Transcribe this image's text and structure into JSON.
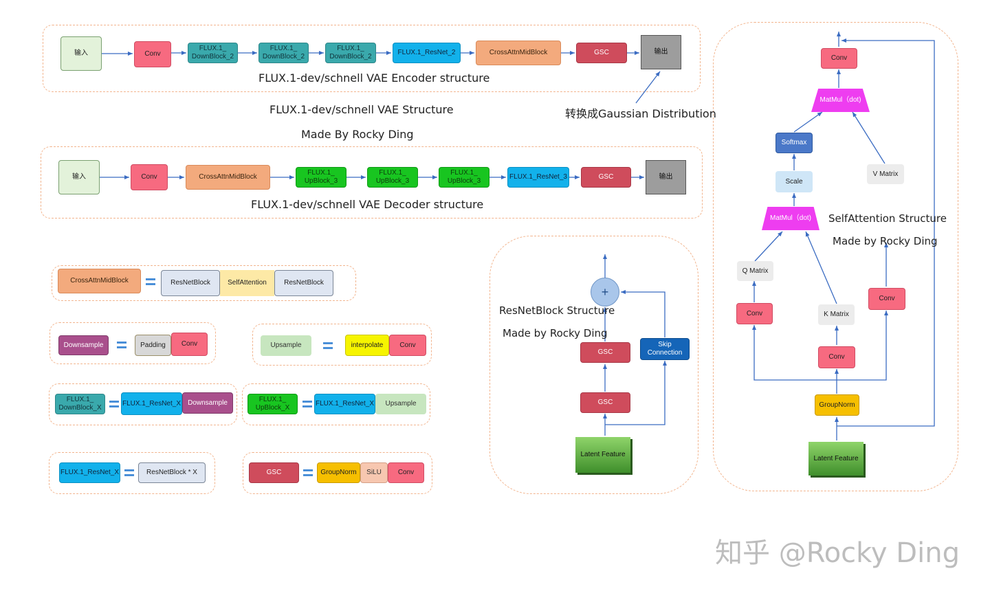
{
  "encoder": {
    "input": "输入",
    "conv": "Conv",
    "down1": "FLUX.1_\nDownBlock_2",
    "down2": "FLUX.1_\nDownBlock_2",
    "down3": "FLUX.1_\nDownBlock_2",
    "resnet": "FLUX.1_ResNet_2",
    "crossattn": "CrossAttnMidBlock",
    "gsc": "GSC",
    "output": "输出",
    "caption": "FLUX.1-dev/schnell VAE Encoder structure"
  },
  "titles": {
    "structure": "FLUX.1-dev/schnell VAE Structure",
    "author": "Made By Rocky Ding",
    "gaussian": "转换成Gaussian Distribution"
  },
  "decoder": {
    "input": "输入",
    "conv": "Conv",
    "crossattn": "CrossAttnMidBlock",
    "up1": "FLUX.1_\nUpBlock_3",
    "up2": "FLUX.1_\nUpBlock_3",
    "up3": "FLUX.1_\nUpBlock_3",
    "resnet": "FLUX.1_ResNet_3",
    "gsc": "GSC",
    "output": "输出",
    "caption": "FLUX.1-dev/schnell VAE Decoder structure"
  },
  "legend": {
    "crossattn": {
      "name": "CrossAttnMidBlock",
      "parts": [
        "ResNetBlock",
        "SelfAttention",
        "ResNetBlock"
      ]
    },
    "downsample": {
      "name": "Downsample",
      "parts": [
        "Padding",
        "Conv"
      ]
    },
    "upsample": {
      "name": "Upsample",
      "parts": [
        "interpolate",
        "Conv"
      ]
    },
    "downblock": {
      "name": "FLUX.1_\nDownBlock_X",
      "parts": [
        "FLUX.1_ResNet_X",
        "Downsample"
      ]
    },
    "upblock": {
      "name": "FLUX.1_\nUpBlock_X",
      "parts": [
        "FLUX.1_ResNet_X",
        "Upsample"
      ]
    },
    "resnet": {
      "name": "FLUX.1_ResNet_X",
      "parts": [
        "ResNetBlock * X"
      ]
    },
    "gsc": {
      "name": "GSC",
      "parts": [
        "GroupNorm",
        "SiLU",
        "Conv"
      ]
    }
  },
  "resnetblock": {
    "title": "ResNetBlock Structure",
    "author": "Made by Rocky Ding",
    "plus": "+",
    "gsc_top": "GSC",
    "gsc_bottom": "GSC",
    "skip": "Skip\nConnection",
    "latent": "Latent Feature"
  },
  "selfattn": {
    "title": "SelfAttention Structure",
    "author": "Made by Rocky Ding",
    "conv_out": "Conv",
    "matmul_top": "MatMul（dot)",
    "softmax": "Softmax",
    "v_matrix": "V Matrix",
    "scale": "Scale",
    "matmul_mid": "MatMul（dot)",
    "q_matrix": "Q Matrix",
    "conv_q": "Conv",
    "k_matrix": "K Matrix",
    "conv_k": "Conv",
    "conv_v": "Conv",
    "groupnorm": "GroupNorm",
    "latent": "Latent Feature"
  },
  "watermark": "知乎 @Rocky Ding"
}
